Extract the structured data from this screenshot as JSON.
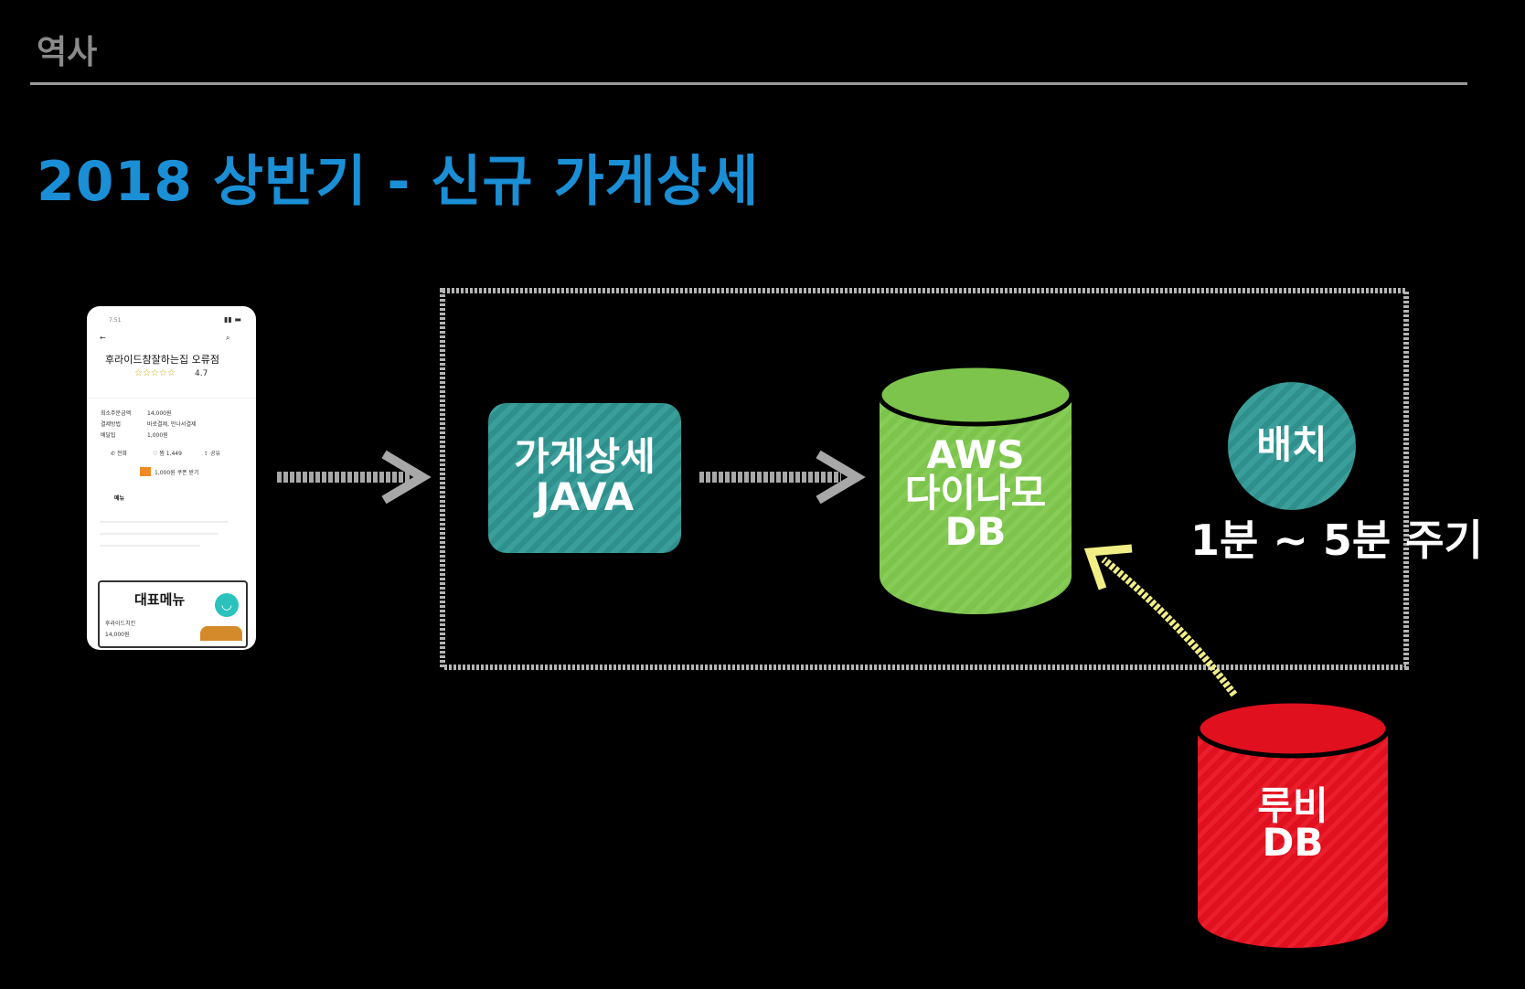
{
  "header": {
    "section": "역사",
    "title": "2018 상반기 - 신규 가게상세"
  },
  "phone": {
    "status_time": "7:51",
    "store_name": "후라이드참잘하는집 오류점",
    "rating": "4.7",
    "min_order_label": "최소주문금액",
    "min_order_value": "14,000원",
    "payment_label": "결제방법",
    "payment_value": "바로결제, 만나서결제",
    "delivery_label": "배달팁",
    "delivery_value": "1,000원",
    "call_label": "전화",
    "like_label": "찜 1,449",
    "share_label": "공유",
    "coupon_text": "1,000원 쿠폰 받기",
    "tab_menu": "메뉴",
    "menu_title": "대표메뉴",
    "menu_item": "후라이드치킨",
    "menu_price": "14,000원"
  },
  "diagram": {
    "service_line1": "가게상세",
    "service_line2": "JAVA",
    "dynamo_line1": "AWS",
    "dynamo_line2": "다이나모",
    "dynamo_line3": "DB",
    "batch_label": "배치",
    "batch_period": "1분 ~ 5분 주기",
    "ruby_line1": "루비",
    "ruby_line2": "DB"
  },
  "colors": {
    "title_blue": "#1a8fd6",
    "teal": "#2e8f8c",
    "green": "#7cc44c",
    "red": "#e0101e",
    "arrow_gray": "#a8a8a8",
    "arrow_yellow": "#f1ee86"
  }
}
